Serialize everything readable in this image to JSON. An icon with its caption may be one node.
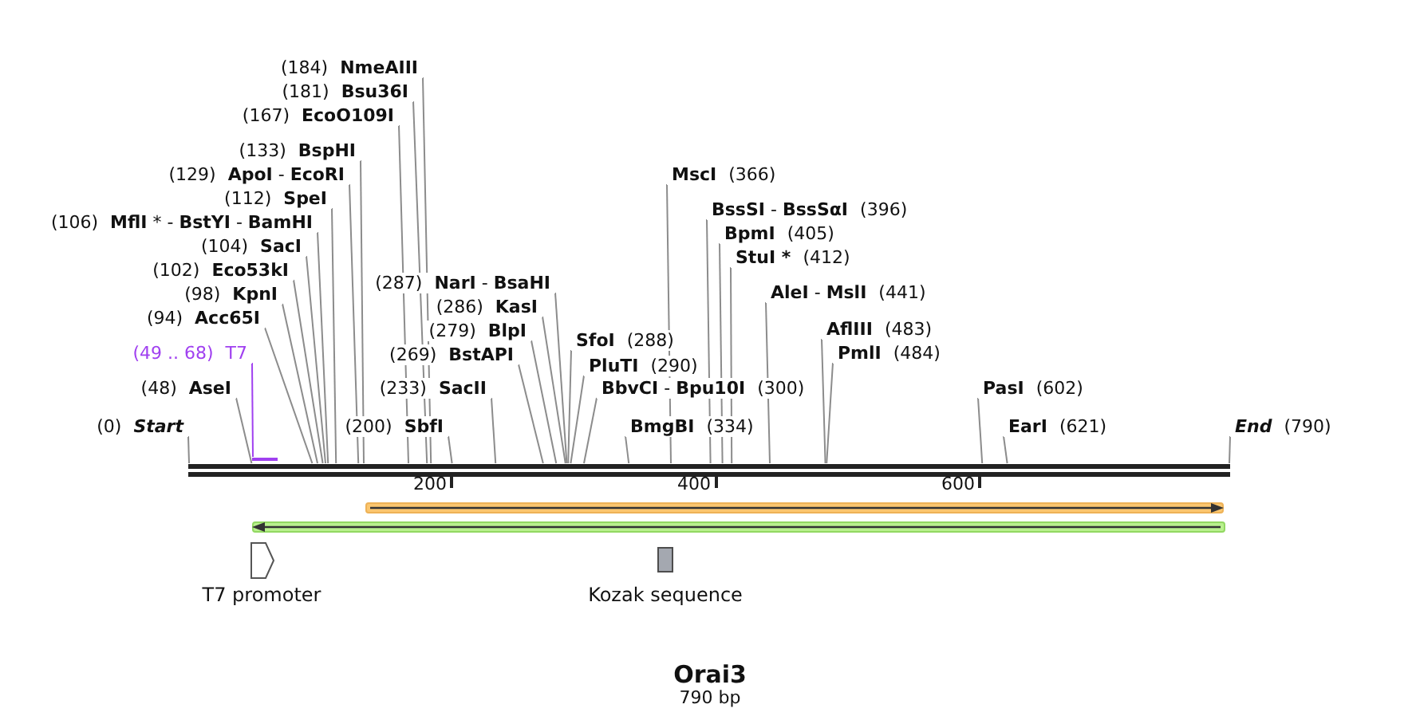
{
  "diagram": {
    "title": "Orai3",
    "caption": "790 bp",
    "nodes": [
      {
        "text": [
          "(184)",
          "NmeAIII"
        ]
      },
      {
        "text": [
          "(181)",
          "Bsu36I"
        ]
      },
      {
        "text": [
          "(167)",
          "EcoO109I"
        ]
      },
      {
        "text": [
          "(133)",
          "BspHI"
        ]
      },
      {
        "text": [
          "(129)",
          "**ApoI** - **EcoRI**"
        ]
      },
      {
        "text": [
          "MscI",
          "(366)"
        ]
      },
      {
        "text": [
          "(112)",
          "SpeI"
        ]
      },
      {
        "text": [
          "**BssSI** - **BssSαI**",
          "(396)"
        ]
      },
      {
        "text": [
          "(106)",
          "**MflI** * - **BstYI** - **BamHI**"
        ]
      },
      {
        "text": [
          "BpmI",
          "(405)"
        ]
      },
      {
        "text": [
          "(104)",
          "SacI"
        ]
      },
      {
        "text": [
          "StuI *",
          "(412)"
        ]
      },
      {
        "text": [
          "(102)",
          "Eco53kI"
        ]
      },
      {
        "text": [
          "(287)",
          "**NarI** - **BsaHI**"
        ]
      },
      {
        "text": [
          "**AleI** - **MslI**",
          "(441)"
        ]
      },
      {
        "text": [
          "(98)",
          "KpnI"
        ]
      },
      {
        "text": [
          "(286)",
          "KasI"
        ]
      },
      {
        "text": [
          "(94)",
          "Acc65I"
        ]
      },
      {
        "text": [
          "AflIII",
          "(483)"
        ]
      },
      {
        "text": [
          "(279)",
          "BlpI"
        ]
      },
      {
        "text": [
          "SfoI",
          "(288)"
        ]
      },
      {
        "text": [
          "(49 .. 68)",
          "T7"
        ]
      },
      {
        "text": [
          "(269)",
          "BstAPI"
        ]
      },
      {
        "text": [
          "PmlI",
          "(484)"
        ]
      },
      {
        "text": [
          "PluTI",
          "(290)"
        ]
      },
      {
        "text": [
          "(48)",
          "AseI"
        ]
      },
      {
        "text": [
          "(233)",
          "SacII"
        ]
      },
      {
        "text": [
          "**BbvCI** - **Bpu10I**",
          "(300)"
        ]
      },
      {
        "text": [
          "PasI",
          "(602)"
        ]
      },
      {
        "text": [
          "(0)",
          "Start"
        ]
      },
      {
        "text": [
          "(200)",
          "SbfI"
        ]
      },
      {
        "text": [
          "BmgBI",
          "(334)"
        ]
      },
      {
        "text": [
          "EarI",
          "(621)"
        ]
      },
      {
        "text": [
          "End",
          "(790)"
        ]
      },
      {
        "text": [],
        "shape": "bar"
      },
      {
        "text": [],
        "shape": "bar"
      },
      {
        "text": [],
        "shape": "arrow"
      },
      {
        "text": [],
        "shape": "arrow"
      },
      {
        "text": [
          "T7 promoter"
        ]
      },
      {
        "text": [
          "Kozak sequence"
        ]
      }
    ],
    "edges": [
      {
        "from": 0,
        "to": 35,
        "arrow": "none"
      },
      {
        "from": 1,
        "to": 35,
        "arrow": "none"
      },
      {
        "from": 2,
        "to": 35,
        "arrow": "none"
      },
      {
        "from": 3,
        "to": 35,
        "arrow": "none"
      },
      {
        "from": 4,
        "to": 35,
        "arrow": "none"
      },
      {
        "from": 5,
        "to": 35,
        "arrow": "none"
      },
      {
        "from": 6,
        "to": 35,
        "arrow": "none"
      },
      {
        "from": 7,
        "to": 35,
        "arrow": "none"
      },
      {
        "from": 8,
        "to": 35,
        "arrow": "none"
      },
      {
        "from": 9,
        "to": 35,
        "arrow": "none"
      },
      {
        "from": 10,
        "to": 35,
        "arrow": "none"
      },
      {
        "from": 11,
        "to": 35,
        "arrow": "none"
      },
      {
        "from": 12,
        "to": 35,
        "arrow": "none"
      },
      {
        "from": 13,
        "to": 35,
        "arrow": "none"
      },
      {
        "from": 14,
        "to": 35,
        "arrow": "none"
      },
      {
        "from": 15,
        "to": 35,
        "arrow": "none"
      },
      {
        "from": 16,
        "to": 35,
        "arrow": "none"
      },
      {
        "from": 17,
        "to": 35,
        "arrow": "none"
      },
      {
        "from": 18,
        "to": 35,
        "arrow": "none"
      },
      {
        "from": 19,
        "to": 35,
        "arrow": "none"
      },
      {
        "from": 20,
        "to": 35,
        "arrow": "none"
      },
      {
        "from": 21,
        "to": 34,
        "arrow": "none",
        "color": "#a040f0"
      },
      {
        "from": 22,
        "to": 35,
        "arrow": "none"
      },
      {
        "from": 23,
        "to": 35,
        "arrow": "none"
      },
      {
        "from": 24,
        "to": 35,
        "arrow": "none"
      },
      {
        "from": 25,
        "to": 35,
        "arrow": "none"
      },
      {
        "from": 26,
        "to": 35,
        "arrow": "none"
      },
      {
        "from": 27,
        "to": 35,
        "arrow": "none"
      },
      {
        "from": 28,
        "to": 35,
        "arrow": "none"
      },
      {
        "from": 29,
        "to": 35,
        "arrow": "none"
      },
      {
        "from": 30,
        "to": 35,
        "arrow": "none"
      },
      {
        "from": 31,
        "to": 35,
        "arrow": "none"
      },
      {
        "from": 32,
        "to": 35,
        "arrow": "none"
      },
      {
        "from": 33,
        "to": 35,
        "arrow": "none"
      }
    ],
    "labels": [
      "200",
      "400",
      "600"
    ]
  }
}
